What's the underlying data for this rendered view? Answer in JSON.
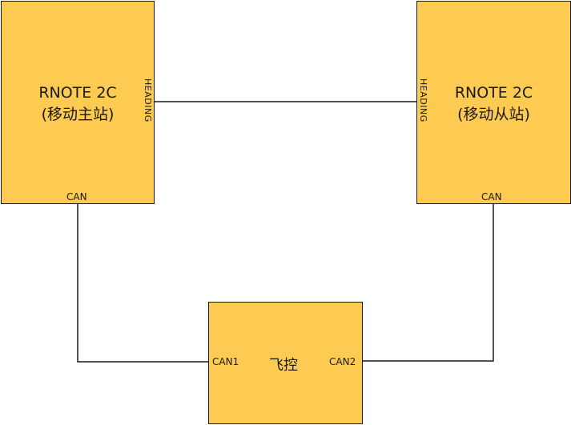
{
  "diagram": {
    "master": {
      "name": "RNOTE 2C",
      "role": "(移动主站)",
      "port_heading": "HEADING",
      "port_can": "CAN"
    },
    "slave": {
      "name": "RNOTE 2C",
      "role": "(移动从站)",
      "port_heading": "HEADING",
      "port_can": "CAN"
    },
    "flight_controller": {
      "name": "飞控",
      "port_can1": "CAN1",
      "port_can2": "CAN2"
    },
    "colors": {
      "box_fill": "#fdca52",
      "line": "#1a1a1a"
    }
  }
}
